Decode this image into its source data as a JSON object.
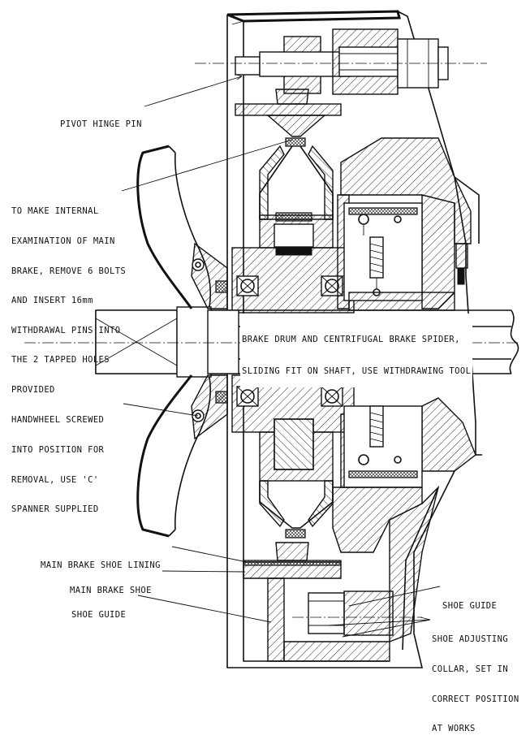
{
  "labels": {
    "pivot_hinge_pin": "PIVOT HINGE PIN",
    "internal_examination": [
      "TO MAKE INTERNAL",
      "EXAMINATION OF MAIN",
      "BRAKE, REMOVE 6 BOLTS",
      "AND INSERT 16mm",
      "WITHDRAWAL PINS INTO",
      "THE 2 TAPPED HOLES",
      "PROVIDED"
    ],
    "brake_drum": [
      "BRAKE DRUM AND CENTRIFUGAL BRAKE SPIDER,",
      "SLIDING FIT ON SHAFT, USE WITHDRAWING TOOL"
    ],
    "handwheel": [
      "HANDWHEEL SCREWED",
      "INTO POSITION FOR",
      "REMOVAL, USE 'C'",
      "SPANNER SUPPLIED"
    ],
    "main_brake_shoe_lining": "MAIN BRAKE SHOE LINING",
    "main_brake_shoe": "MAIN BRAKE SHOE",
    "shoe_guide_left": "SHOE GUIDE",
    "shoe_guide_right": "SHOE GUIDE",
    "shoe_adjusting_collar": [
      "SHOE ADJUSTING",
      "COLLAR, SET IN",
      "CORRECT POSITION",
      "AT WORKS"
    ]
  },
  "icons": {
    "ball_bearing": "ball-bearing-icon",
    "spring": "tension-spring-icon",
    "bolt": "hex-bolt-icon"
  }
}
